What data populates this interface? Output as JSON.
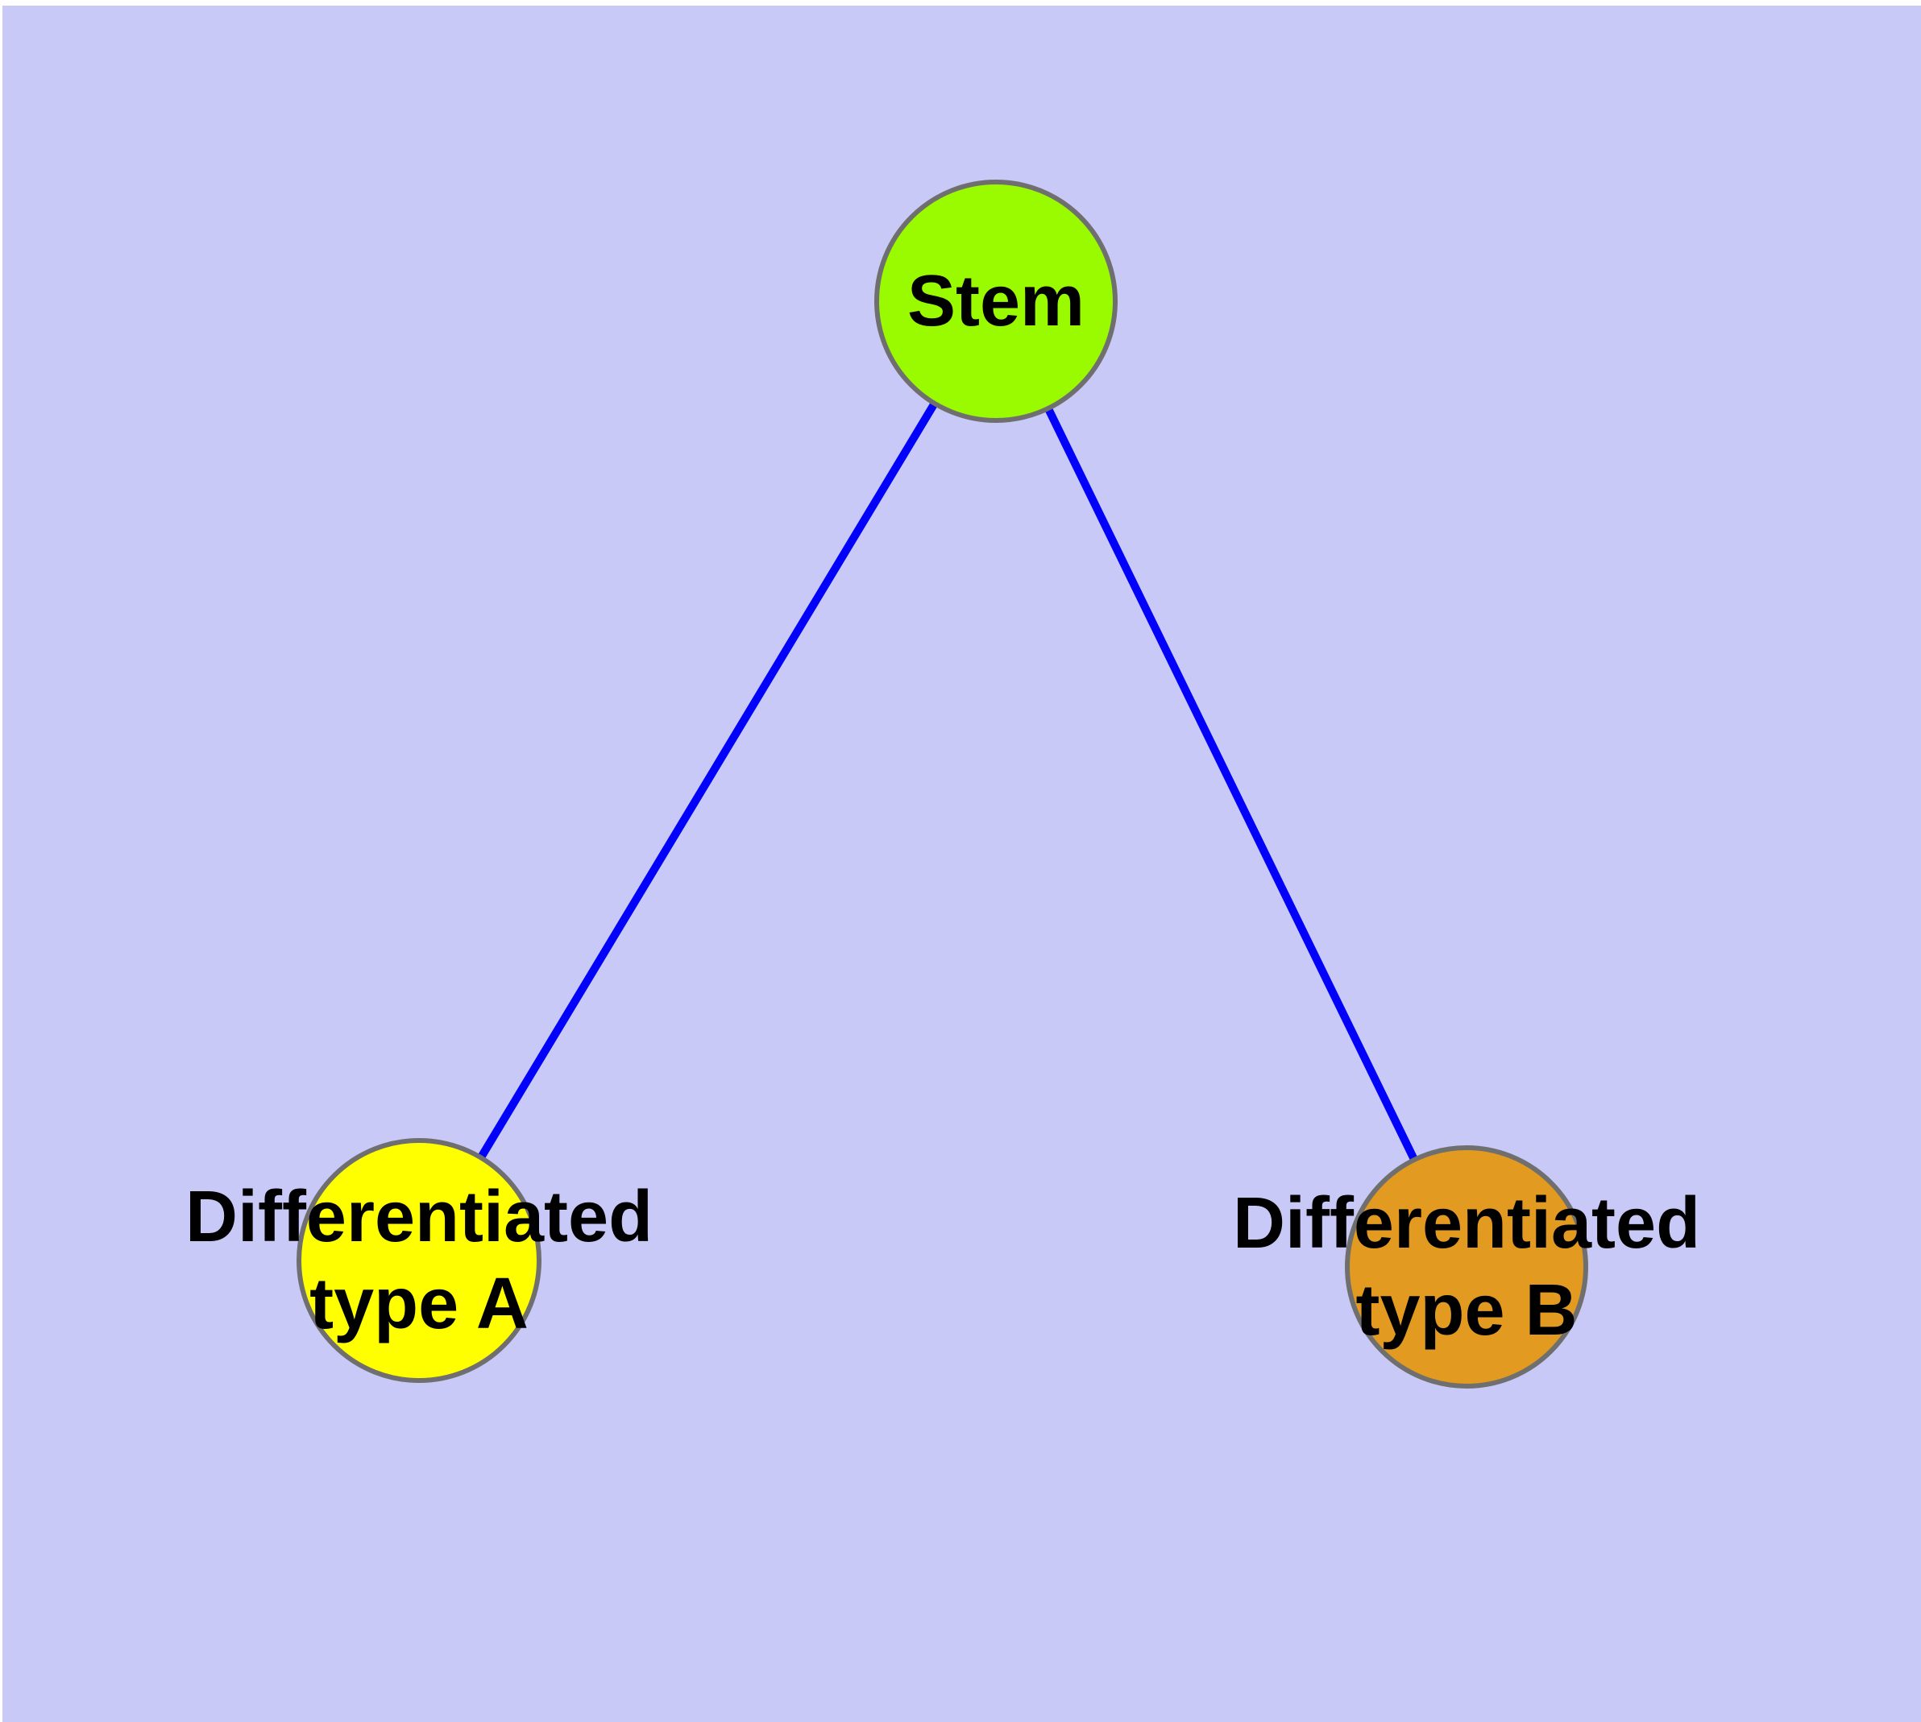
{
  "diagram": {
    "type": "graph",
    "background_color": "#C9C9F7",
    "edge_color": "#0202FA",
    "node_border_color": "#6F6F6F",
    "label_color": "#000000",
    "nodes": [
      {
        "id": "stem",
        "label": "Stem",
        "color": "#9AFB00"
      },
      {
        "id": "differentiated-type-a",
        "label_line1": "Differentiated",
        "label_line2": "type A",
        "color": "#FFFF00"
      },
      {
        "id": "differentiated-type-b",
        "label_line1": "Differentiated",
        "label_line2": "type B",
        "color": "#E29A20"
      }
    ],
    "edges": [
      {
        "from": "stem",
        "to": "differentiated-type-a"
      },
      {
        "from": "stem",
        "to": "differentiated-type-b"
      }
    ]
  }
}
